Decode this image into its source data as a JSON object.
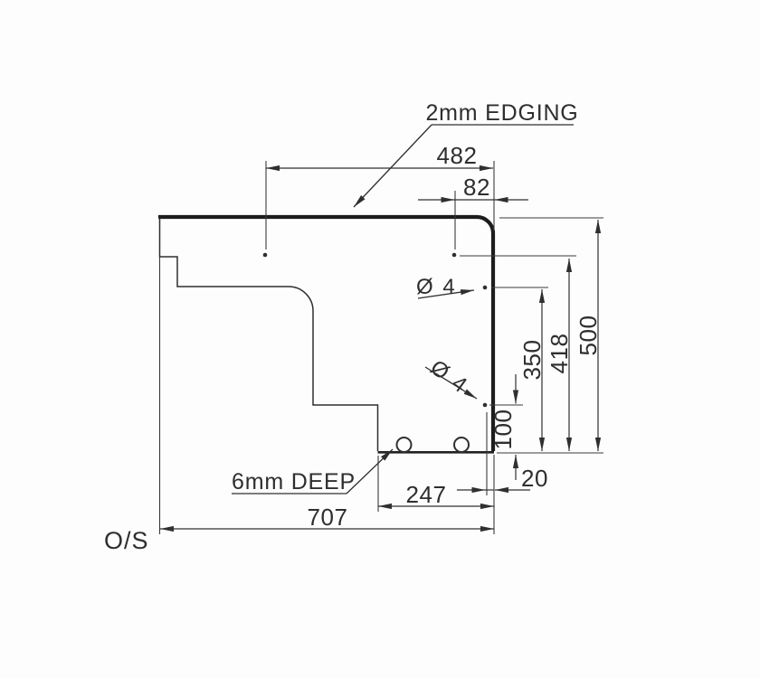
{
  "labels": {
    "edging": "2mm EDGING",
    "deep": "6mm DEEP",
    "outside": "O/S",
    "hole_top": "Ø 4",
    "hole_bottom": "Ø 4"
  },
  "dims": {
    "top_width": "482",
    "top_offset": "82",
    "right_full": "500",
    "right_upper": "418",
    "right_mid": "350",
    "right_lower": "100",
    "edge_offset": "20",
    "bottom_width": "247",
    "overall_width": "707"
  },
  "colors": {
    "line": "#2f2f2f",
    "edge": "#1d1d1d",
    "text": "#2e2e2e",
    "background": "#fdfdfd"
  }
}
